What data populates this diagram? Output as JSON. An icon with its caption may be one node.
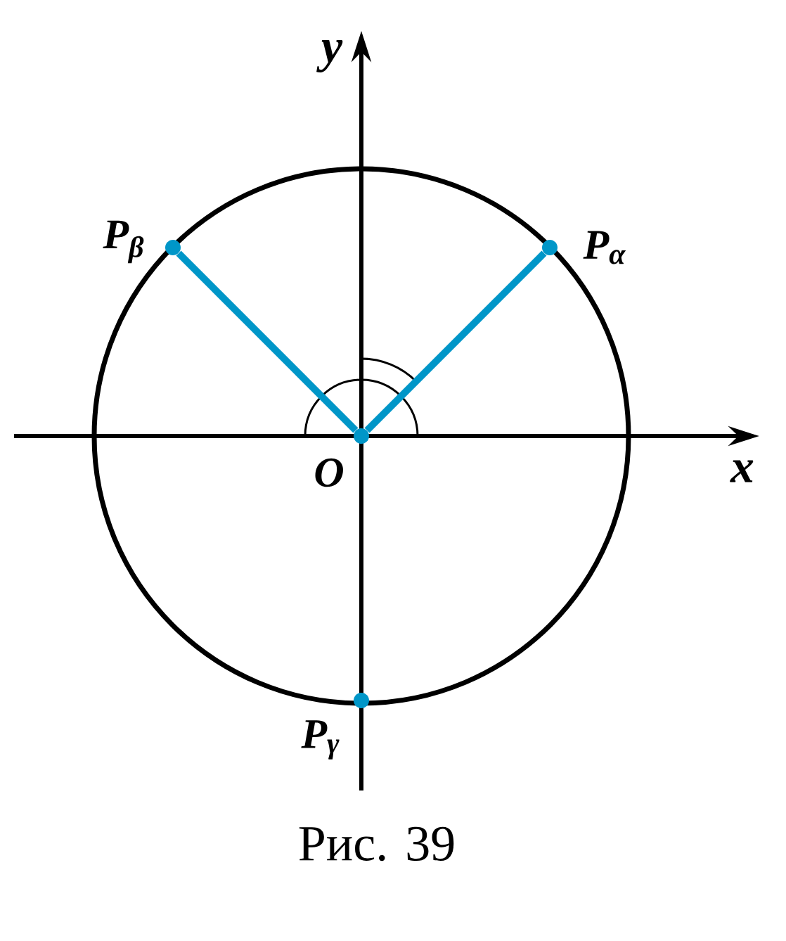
{
  "diagram": {
    "caption": "Рис. 39",
    "nodes": [
      {
        "text": [],
        "shape": "circle",
        "beside": [
          "O"
        ]
      },
      {
        "text": [],
        "shape": "circle",
        "beside": [
          "P$_{α}$"
        ]
      },
      {
        "text": [],
        "shape": "circle",
        "beside": [
          "P$_{β}$"
        ]
      },
      {
        "text": [],
        "shape": "circle",
        "beside": [
          "P$_{γ}$"
        ]
      }
    ],
    "edges": [
      {
        "from": 0,
        "to": 1,
        "arrow": "none"
      },
      {
        "from": 0,
        "to": 2,
        "arrow": "none"
      }
    ],
    "labels": [
      "x",
      "y"
    ]
  }
}
